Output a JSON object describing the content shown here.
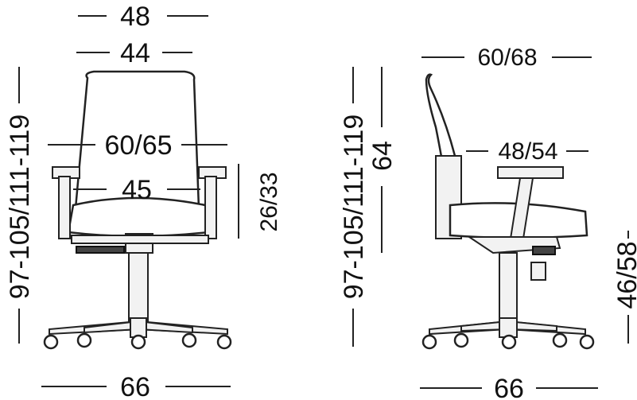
{
  "front_view": {
    "overall_width": "48",
    "backrest_width": "44",
    "backrest_height_detail": "60/65",
    "seat_width": "45",
    "armrest_height": "26/33",
    "total_height": "97-105/111-119",
    "base_diameter": "66"
  },
  "side_view": {
    "overall_depth": "60/68",
    "seat_depth": "48/54",
    "backrest_height": "64",
    "total_height": "97-105/111-119",
    "seat_height": "46/58",
    "base_diameter": "66"
  },
  "colors": {
    "ink": "#111111",
    "background": "#ffffff"
  }
}
